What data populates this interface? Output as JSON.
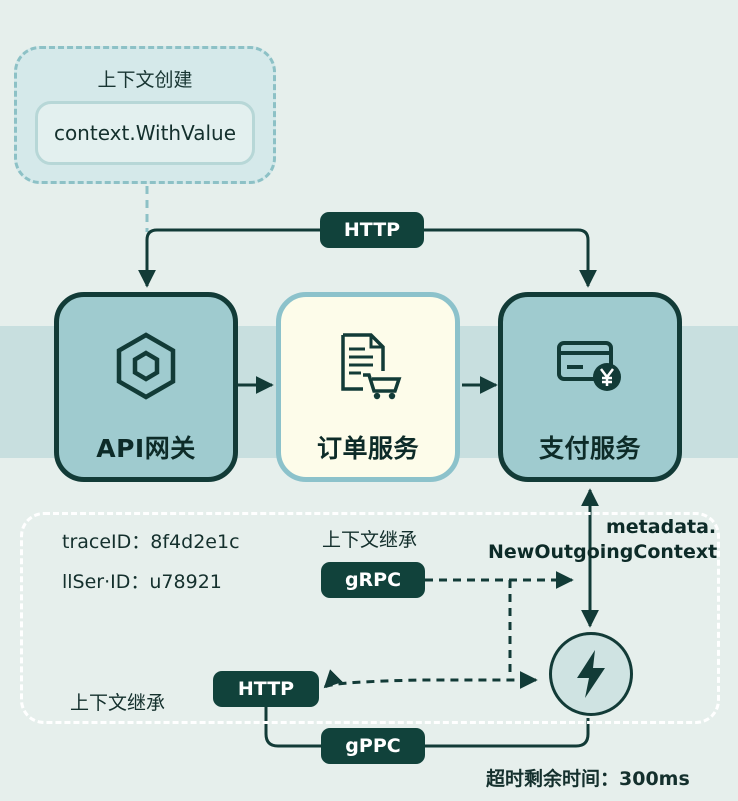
{
  "context_box": {
    "title": "上下文创建",
    "method": "context.WithValue"
  },
  "nodes": {
    "api_gateway": {
      "label": "API网关",
      "icon": "hexagon-icon"
    },
    "order_service": {
      "label": "订单服务",
      "icon": "order-cart-icon"
    },
    "payment_service": {
      "label": "支付服务",
      "icon": "payment-card-yen-icon"
    }
  },
  "protocols": {
    "top_http": "HTTP",
    "grpc": "gRPC",
    "bottom_http": "HTTP",
    "gppc": "gPPC"
  },
  "context": {
    "trace_id": "traceID：8f4d2e1c",
    "user_id": "llSer·ID：u78921",
    "inherit_1": "上下文继承",
    "inherit_2": "上下文继承"
  },
  "metadata": {
    "line1": "metadata.",
    "line2": "NewOutgoingContext"
  },
  "timeout": "超时剩余时间：300ms",
  "colors": {
    "dark": "#123b37",
    "pill": "#11423b",
    "node_fill": "#9fcbcf",
    "order_fill": "#fdfcea",
    "band": "#c8dfdf"
  }
}
